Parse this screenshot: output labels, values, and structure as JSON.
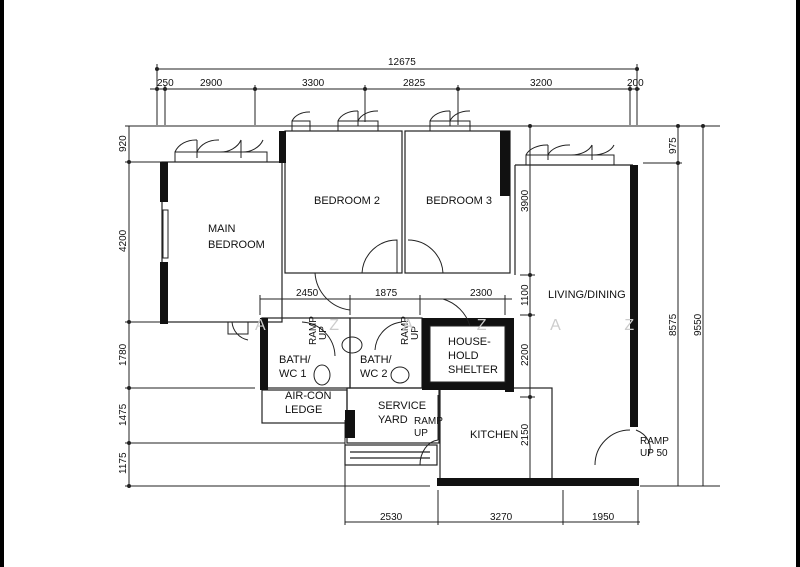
{
  "plan": {
    "overall_width": "12675",
    "top_dims": [
      "250",
      "2900",
      "3300",
      "2825",
      "3200",
      "200"
    ],
    "mid_dims": [
      "2450",
      "1875",
      "2300"
    ],
    "bottom_dims": [
      "2530",
      "3270",
      "1950"
    ],
    "left_dims": [
      "920",
      "4200",
      "1780",
      "1475",
      "1175"
    ],
    "right_inner_dims": [
      "3900",
      "1100",
      "2200",
      "2150"
    ],
    "right_dims": [
      "975",
      "8575",
      "9550"
    ],
    "rooms": {
      "main_bedroom_1": "MAIN",
      "main_bedroom_2": "BEDROOM",
      "bedroom2": "BEDROOM 2",
      "bedroom3": "BEDROOM 3",
      "living": "LIVING/DINING",
      "bath1_1": "BATH/",
      "bath1_2": "WC 1",
      "bath2_1": "BATH/",
      "bath2_2": "WC 2",
      "shelter_1": "HOUSE-",
      "shelter_2": "HOLD",
      "shelter_3": "SHELTER",
      "aircon_1": "AIR-CON",
      "aircon_2": "LEDGE",
      "service_1": "SERVICE",
      "service_2": "YARD",
      "kitchen": "KITCHEN"
    },
    "ramps": {
      "ramp": "RAMP",
      "up": "UP",
      "up50": "UP 50"
    },
    "watermark": "A Z A Z A Z"
  }
}
